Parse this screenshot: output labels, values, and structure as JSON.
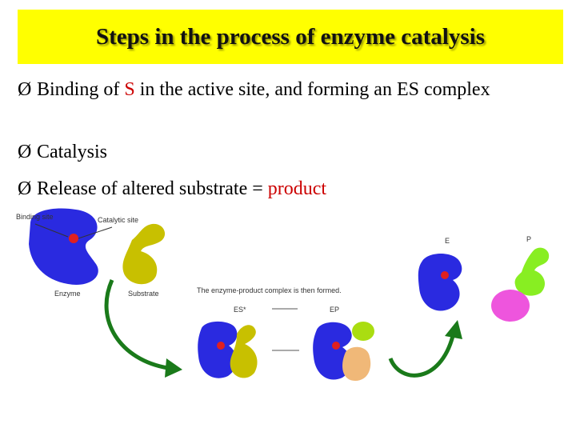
{
  "slide": {
    "title": "Steps in the process of enzyme catalysis",
    "bullets": [
      {
        "pre": "Binding of ",
        "highlight": "S",
        "post": " in the active site, and forming an ES complex"
      },
      {
        "pre": "Catalysis",
        "highlight": "",
        "post": ""
      },
      {
        "pre": "Release of altered substrate = ",
        "highlight": "product",
        "post": ""
      }
    ],
    "bullet_marker": "Ø"
  },
  "figure": {
    "labels": {
      "binding_site": "Binding site",
      "catalytic_site": "Catalytic site",
      "enzyme": "Enzyme",
      "substrate": "Substrate",
      "caption": "The enzyme-product complex is then formed.",
      "es": "ES*",
      "ep": "EP",
      "e": "E",
      "p": "P"
    }
  },
  "colors": {
    "title_bg": "#ffff00",
    "highlight": "#cc0000",
    "enzyme": "#2a2ae0",
    "substrate": "#c8c000",
    "arrow": "#1a7a1a",
    "product_green": "#88ee22",
    "product_pink": "#ee55dd",
    "product_tan": "#f0b878"
  }
}
